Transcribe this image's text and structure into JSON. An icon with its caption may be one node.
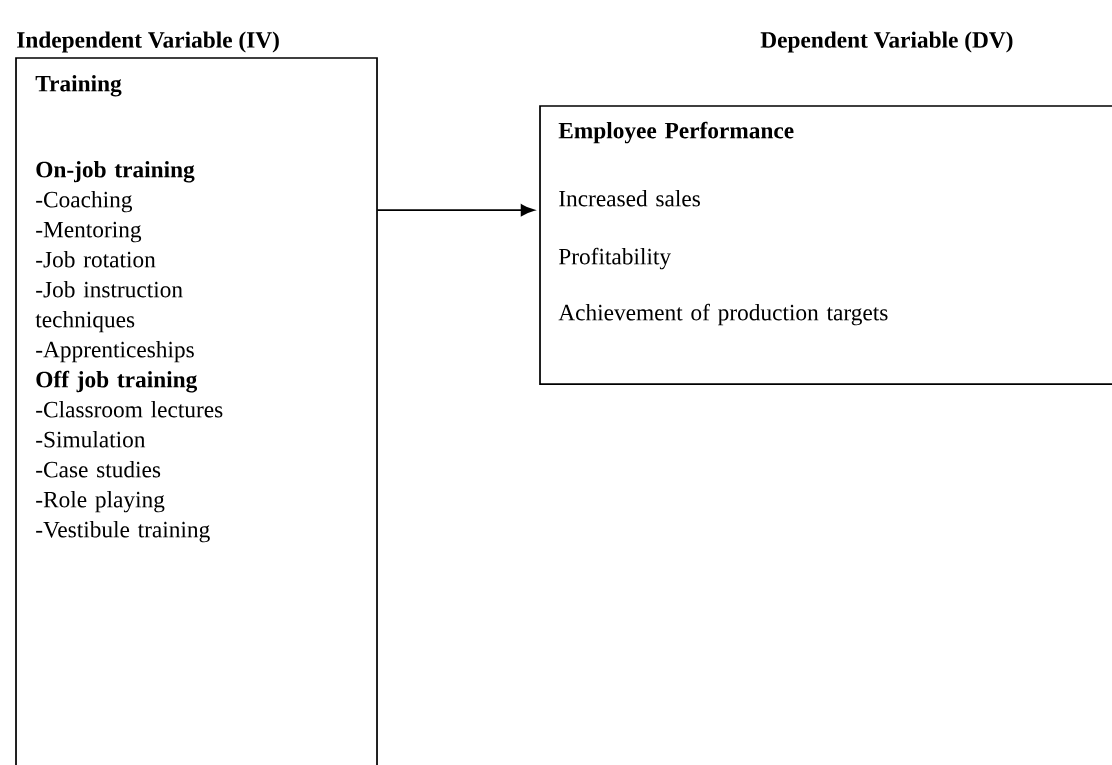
{
  "diagram": {
    "nodes": [
      {
        "text": [
          "Training",
          "On-job training",
          "-Coaching",
          "-Mentoring",
          "-Job rotation",
          "-Job instruction techniques",
          "-Apprenticeships",
          "Off job training",
          "-Classroom lectures",
          "-Simulation",
          "-Case studies",
          "-Role playing",
          "-Vestibule training"
        ]
      },
      {
        "text": [
          "Employee Performance",
          "Increased sales",
          "Profitability",
          "Achievement of production targets"
        ]
      }
    ],
    "edges": [
      {
        "from": 0,
        "to": 1,
        "arrow": "to"
      }
    ],
    "labels": [
      "Independent Variable (IV)",
      "Dependent Variable (DV)"
    ]
  }
}
